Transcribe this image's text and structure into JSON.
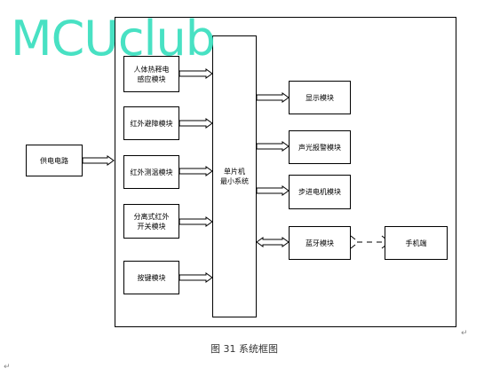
{
  "watermark": "MCUclub",
  "blocks": {
    "power": "供电电路",
    "body_sensor": "人体热释电\n感应模块",
    "ir_avoid": "红外避障模块",
    "ir_temp": "红外测温模块",
    "ir_switch": "分离式红外\n开关模块",
    "keys": "按键模块",
    "mcu": "单片机\n最小系统",
    "display": "显示模块",
    "alarm": "声光报警模块",
    "motor": "步进电机模块",
    "bluetooth": "蓝牙模块",
    "phone": "手机端"
  },
  "caption": "图 31 系统框图",
  "marks": [
    "↵",
    "↵"
  ]
}
